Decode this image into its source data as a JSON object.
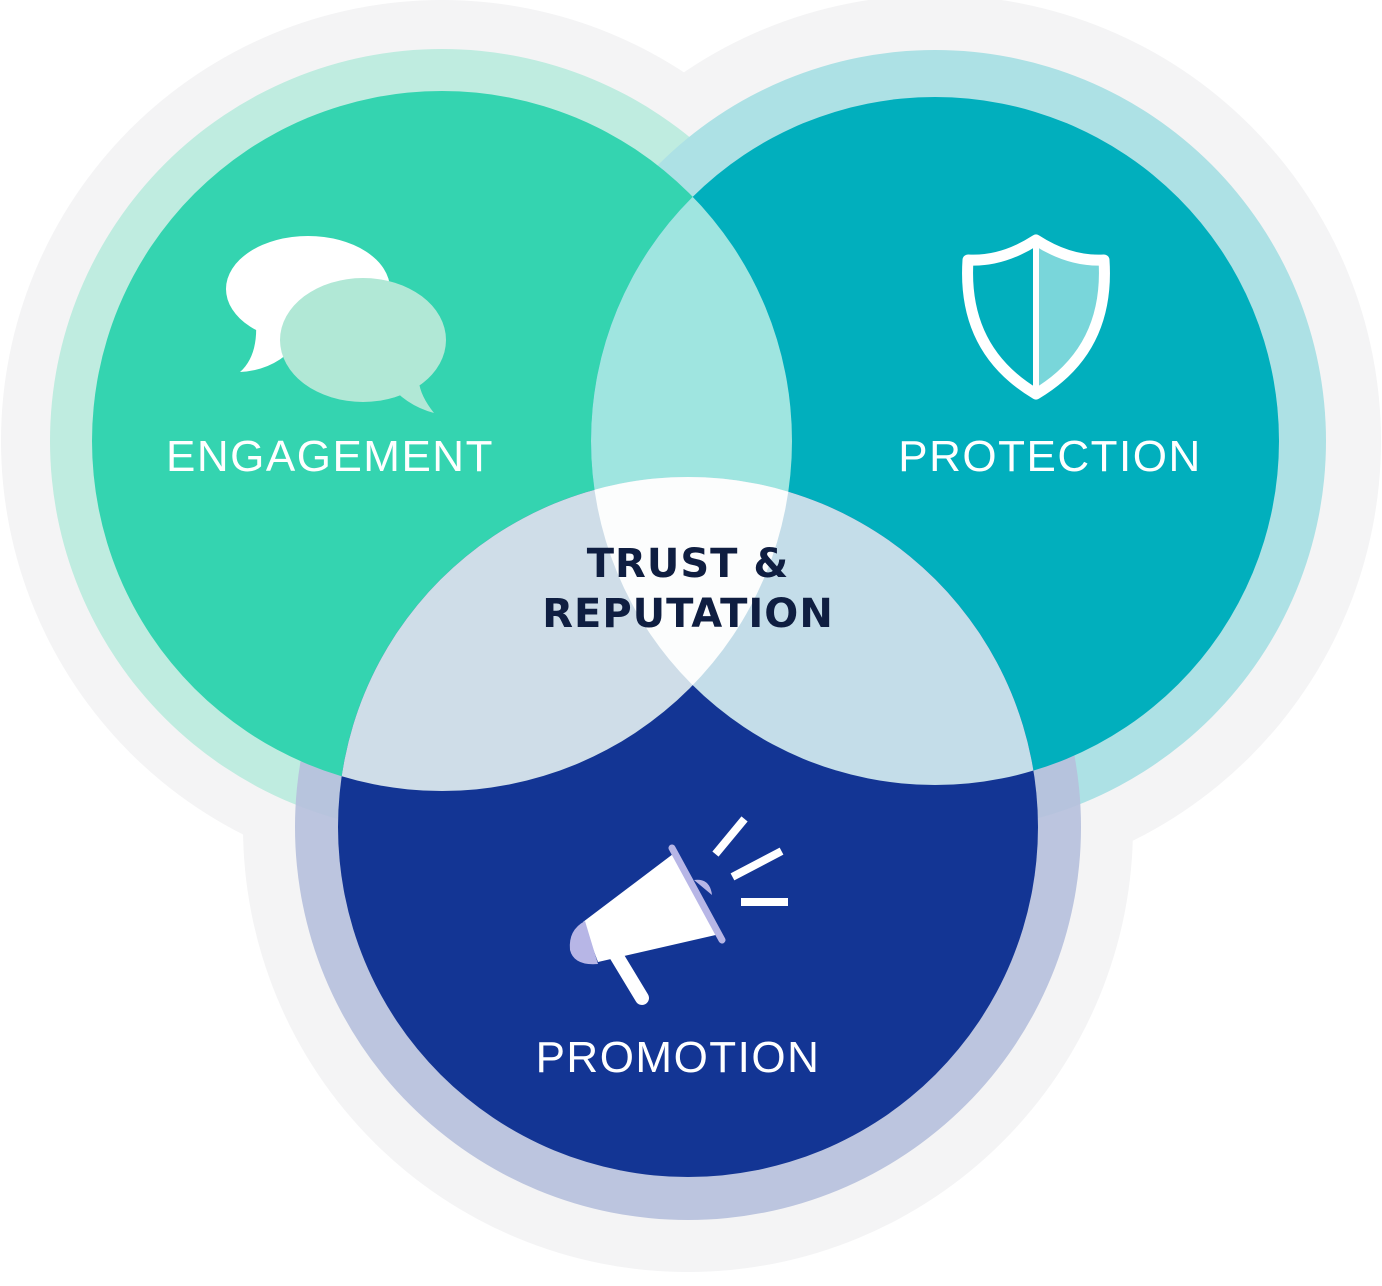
{
  "diagram": {
    "circles": [
      {
        "id": "engagement",
        "label": "ENGAGEMENT",
        "icon": "speech-bubbles-icon"
      },
      {
        "id": "protection",
        "label": "PROTECTION",
        "icon": "shield-icon"
      },
      {
        "id": "promotion",
        "label": "PROMOTION",
        "icon": "megaphone-icon"
      }
    ],
    "center": {
      "line1": "TRUST &",
      "line2": "REPUTATION"
    }
  },
  "colors": {
    "engagement": "#34d4b0",
    "engagement_ring": "#bfece0",
    "protection": "#01afbd",
    "protection_ring": "#ade1e5",
    "promotion": "#133594",
    "promotion_ring": "#b6c0dc",
    "halo": "#f4f4f5",
    "engagement_protection_overlap": "#9fe5e0",
    "engagement_promotion_overlap": "#cfdde8",
    "protection_promotion_overlap": "#c4dde9",
    "center_overlap": "#fcfdfd",
    "center_text": "#0f1e41"
  }
}
